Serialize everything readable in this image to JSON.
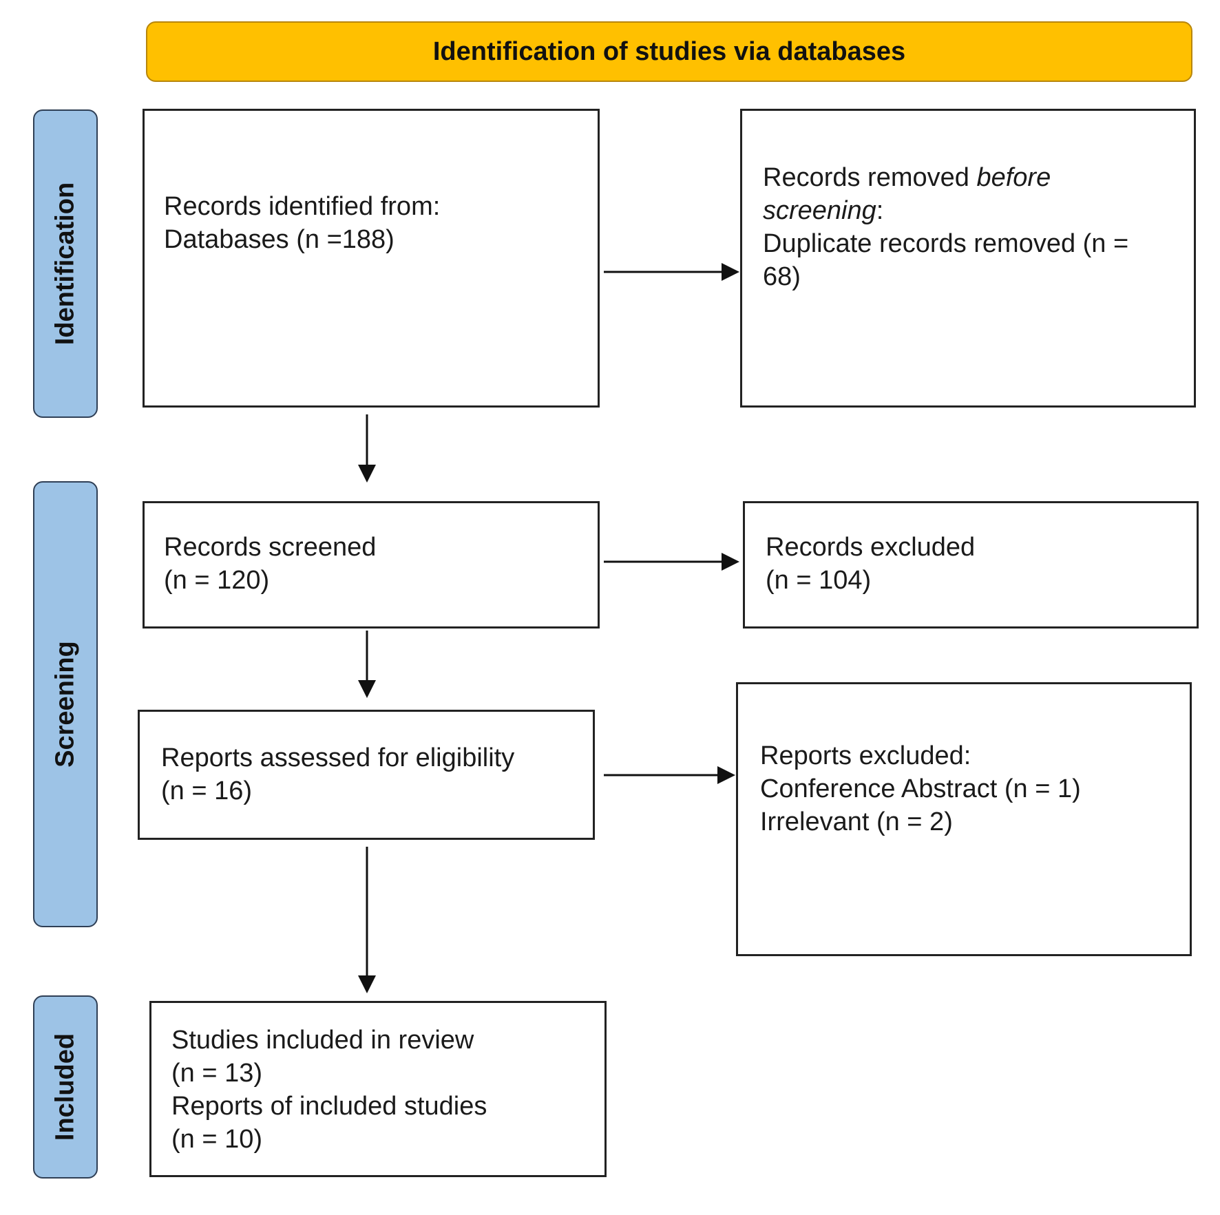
{
  "header": {
    "title": "Identification  of studies via databases"
  },
  "phases": {
    "identification": "Identification",
    "screening": "Screening",
    "included": "Included"
  },
  "boxes": {
    "records_identified": {
      "line1": "Records identified from:",
      "line2": "Databases (n =188)"
    },
    "records_removed": {
      "line1_a": "Records removed ",
      "line1_b": "before",
      "line2_a": "screening",
      "line2_b": ":",
      "line3": "Duplicate records removed (n =",
      "line4": "68)"
    },
    "records_screened": {
      "line1": "Records screened",
      "line2": "(n = 120)"
    },
    "records_excluded": {
      "line1": "Records excluded",
      "line2": "(n = 104)"
    },
    "reports_assessed": {
      "line1": "Reports assessed for eligibility",
      "line2": "(n = 16)"
    },
    "reports_excluded": {
      "line1": "Reports excluded:",
      "line2": "Conference Abstract (n = 1)",
      "line3": "Irrelevant (n = 2)"
    },
    "studies_included": {
      "line1": "Studies included in review",
      "line2": "(n = 13)",
      "line3": "Reports of included studies",
      "line4": "(n = 10)"
    }
  },
  "colors": {
    "header_fill": "#ffc000",
    "phase_fill": "#9dc3e6",
    "box_border": "#222222"
  }
}
